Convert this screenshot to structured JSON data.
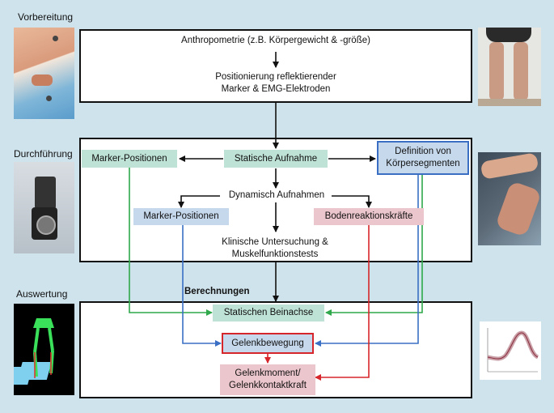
{
  "sections": {
    "preparation": "Vorbereitung",
    "execution": "Durchführung",
    "evaluation": "Auswertung"
  },
  "box1": {
    "line1": "Anthropometrie (z.B. Körpergewicht & -größe)",
    "line2a": "Positionierung reflektierender",
    "line2b": "Marker & EMG-Elektroden"
  },
  "box2": {
    "marker_positions_1": "Marker-Positionen",
    "static_recording": "Statische Aufnahme",
    "segment_def_a": "Definition von",
    "segment_def_b": "Körpersegmenten",
    "dynamic_recordings": "Dynamisch Aufnahmen",
    "marker_positions_2": "Marker-Positionen",
    "ground_reaction": "Bodenreaktionskräfte",
    "clinical_a": "Klinische Untersuchung &",
    "clinical_b": "Muskelfunktionstests"
  },
  "box3": {
    "title": "Berechnungen",
    "static_axis": "Statischen Beinachse",
    "joint_motion": "Gelenkbewegung",
    "joint_moment_a": "Gelenkmoment/",
    "joint_moment_b": "Gelenkkontaktkraft"
  },
  "colors": {
    "background": "#cfe3ec",
    "green_box": "#bfe2d6",
    "blue_box": "#c6d8ec",
    "pink_box": "#ecc6cd",
    "green_arrow": "#2ea84a",
    "blue_arrow": "#3a6fc4",
    "red_arrow": "#d6262b"
  }
}
